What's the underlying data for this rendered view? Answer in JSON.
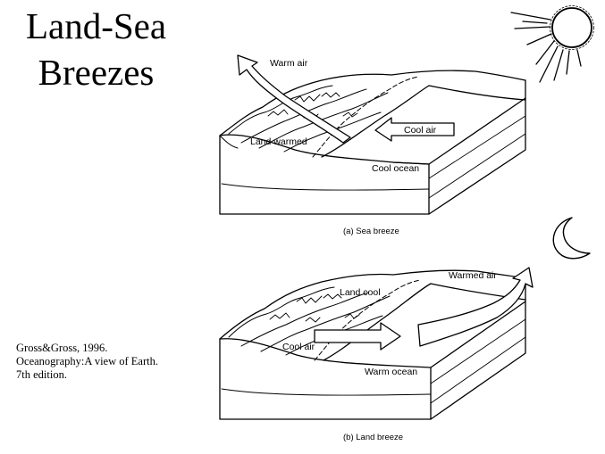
{
  "title": {
    "line1": "Land-Sea",
    "line2": "Breezes"
  },
  "citation": {
    "line1": "Gross&Gross, 1996.",
    "line2": "Oceanography:A view of Earth.",
    "line3": "7th edition."
  },
  "diagram_a": {
    "warm_air": "Warm air",
    "cool_air": "Cool air",
    "land_warmed": "Land warmed",
    "cool_ocean": "Cool ocean",
    "caption": "(a) Sea breeze",
    "icon": "sun-icon"
  },
  "diagram_b": {
    "warmed_air": "Warmed air",
    "land_cool": "Land cool",
    "cool_air": "Cool air",
    "warm_ocean": "Warm ocean",
    "caption": "(b) Land breeze",
    "icon": "moon-icon"
  }
}
